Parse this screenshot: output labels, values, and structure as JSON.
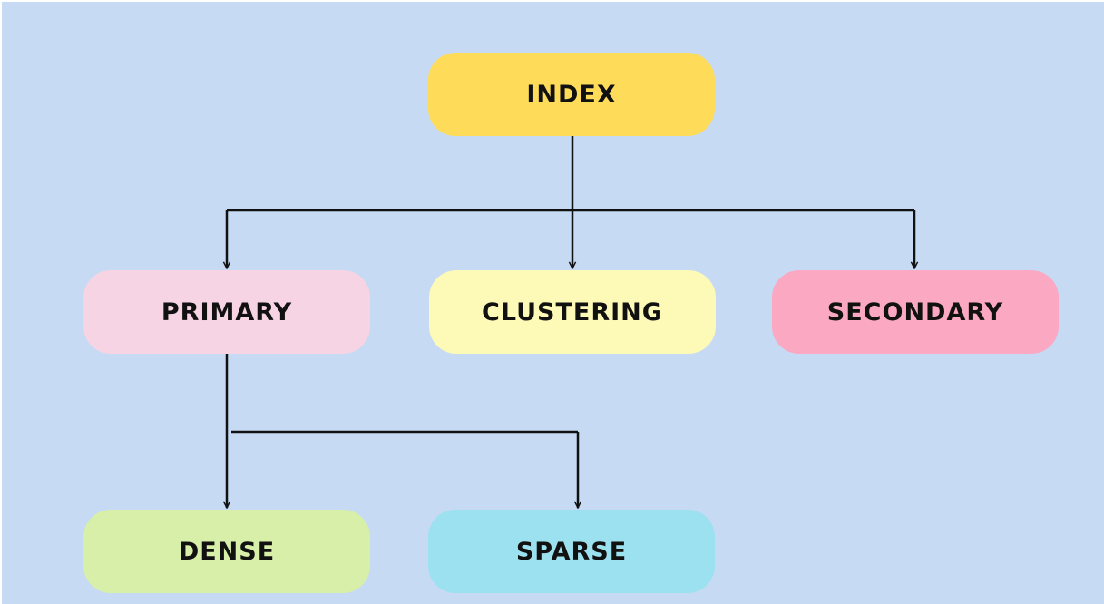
{
  "diagram": {
    "background_color": "#c6daf4",
    "line_color": "#111111",
    "nodes": [
      {
        "id": "index",
        "label": "INDEX",
        "color": "#fedc5a"
      },
      {
        "id": "primary",
        "label": "PRIMARY",
        "color": "#f7d4e3"
      },
      {
        "id": "clustering",
        "label": "CLUSTERING",
        "color": "#fdf9b6"
      },
      {
        "id": "secondary",
        "label": "SECONDARY",
        "color": "#fba8c2"
      },
      {
        "id": "dense",
        "label": "DENSE",
        "color": "#d8efa9"
      },
      {
        "id": "sparse",
        "label": "SPARSE",
        "color": "#9ce1ef"
      }
    ],
    "edges": [
      {
        "from": "index",
        "to": "primary"
      },
      {
        "from": "index",
        "to": "clustering"
      },
      {
        "from": "index",
        "to": "secondary"
      },
      {
        "from": "primary",
        "to": "dense"
      },
      {
        "from": "primary",
        "to": "sparse"
      }
    ]
  }
}
